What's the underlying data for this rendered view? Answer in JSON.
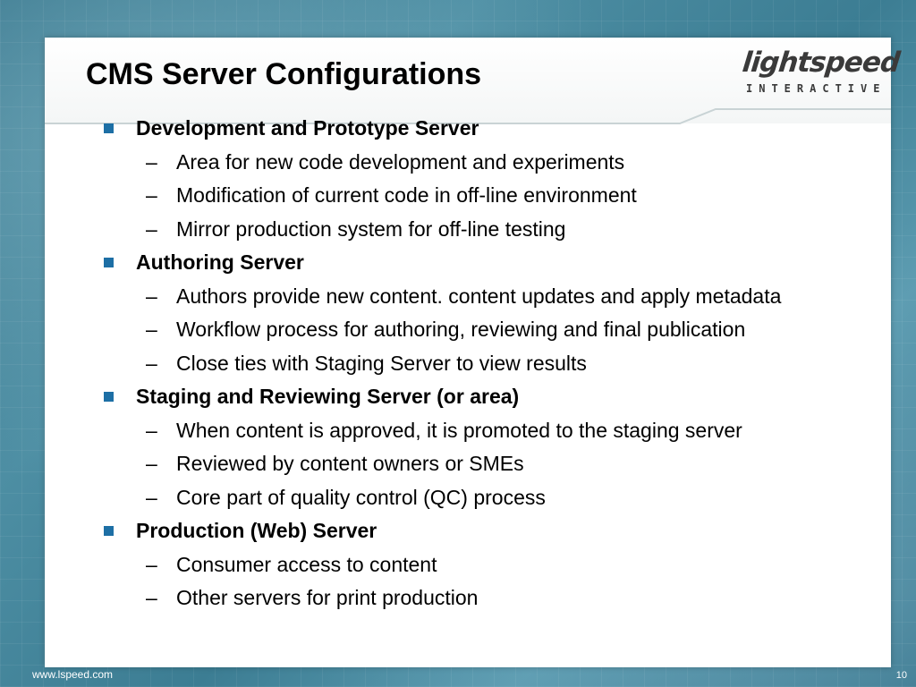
{
  "slide": {
    "title": "CMS Server Configurations",
    "logo": {
      "word": "lightspeed",
      "sub": "INTERACTIVE"
    },
    "bullets": [
      {
        "heading": "Development and Prototype Server",
        "items": [
          "Area for new code development and experiments",
          "Modification of current code in off-line environment",
          "Mirror production system for off-line testing"
        ]
      },
      {
        "heading": "Authoring Server",
        "items": [
          "Authors provide new content. content updates and apply metadata",
          "Workflow process for authoring, reviewing and final publication",
          "Close ties with Staging Server to view results"
        ]
      },
      {
        "heading": "Staging and Reviewing Server (or area)",
        "items": [
          "When content is approved, it is promoted to the staging server",
          "Reviewed by content owners or SMEs",
          "Core part of quality control (QC) process"
        ]
      },
      {
        "heading": "Production (Web) Server",
        "items": [
          "Consumer access to content",
          "Other servers for print production"
        ]
      }
    ],
    "dash_glyph": "–"
  },
  "footer": {
    "url": "www.lspeed.com",
    "page_number": "10"
  },
  "colors": {
    "bullet": "#1d6fa5",
    "background": "#3c7d93",
    "decoration_square": "#c8a56a"
  }
}
